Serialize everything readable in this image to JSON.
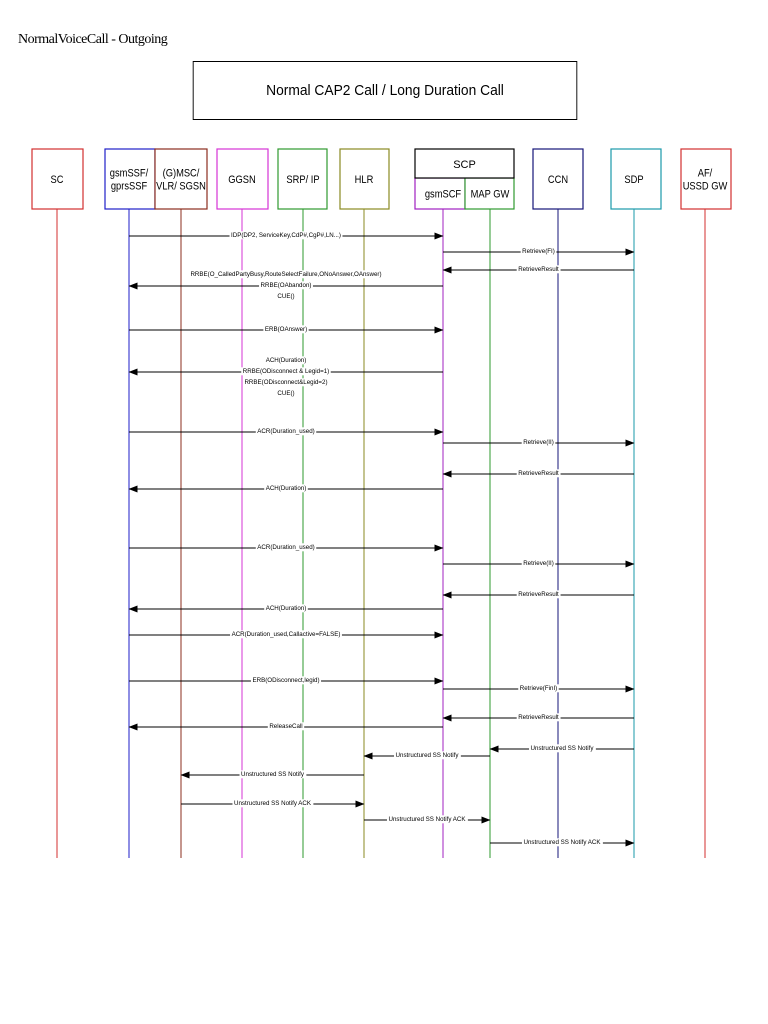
{
  "caption": "NormalVoiceCall - Outgoing",
  "title": "Normal CAP2 Call / Long Duration Call",
  "group_header": {
    "label": "SCP",
    "color": "#000000"
  },
  "participants": [
    {
      "id": "sc",
      "lines": [
        "SC"
      ],
      "color": "#d32f2f"
    },
    {
      "id": "ssf",
      "lines": [
        "gsmSSF/",
        "gprsSSF"
      ],
      "color": "#1e1ec8"
    },
    {
      "id": "msc",
      "lines": [
        "(G)MSC/",
        "VLR/ SGSN"
      ],
      "color": "#8b2d1e"
    },
    {
      "id": "ggsn",
      "lines": [
        "GGSN"
      ],
      "color": "#d633d6"
    },
    {
      "id": "srp",
      "lines": [
        "SRP/ IP"
      ],
      "color": "#2e9a2e"
    },
    {
      "id": "hlr",
      "lines": [
        "HLR"
      ],
      "color": "#8a8a22"
    },
    {
      "id": "scf",
      "lines": [
        "gsmSCF"
      ],
      "color": "#a020c0"
    },
    {
      "id": "map",
      "lines": [
        "MAP GW"
      ],
      "color": "#2e9a2e"
    },
    {
      "id": "ccn",
      "lines": [
        "CCN"
      ],
      "color": "#141478"
    },
    {
      "id": "sdp",
      "lines": [
        "SDP"
      ],
      "color": "#1a9aaa"
    },
    {
      "id": "af",
      "lines": [
        "AF/",
        "USSD GW"
      ],
      "color": "#d32f2f"
    }
  ],
  "messages": [
    {
      "from": "ssf",
      "to": "scf",
      "lines": [
        "IDP(DP2, ServiceKey,CdP#,CgP#,LN...)"
      ]
    },
    {
      "from": "scf",
      "to": "sdp",
      "lines": [
        "Retrieve(FI)"
      ]
    },
    {
      "from": "sdp",
      "to": "scf",
      "lines": [
        "RetrieveResult"
      ]
    },
    {
      "from": "scf",
      "to": "ssf",
      "lines": [
        "RRBE(O_CalledPartyBusy,RouteSelectFailure,ONoAnswer,OAnswer)",
        "RRBE(OAbandon)",
        "CUE()"
      ]
    },
    {
      "from": "ssf",
      "to": "scf",
      "lines": [
        "ERB(OAnswer)"
      ]
    },
    {
      "from": "scf",
      "to": "ssf",
      "lines": [
        "ACH(Duration)",
        "RRBE(ODisconnect & Legid=1)",
        "RRBE(ODisconnect&Legid=2)",
        "CUE()"
      ]
    },
    {
      "from": "ssf",
      "to": "scf",
      "lines": [
        "ACR(Duration_used)"
      ]
    },
    {
      "from": "scf",
      "to": "sdp",
      "lines": [
        "Retrieve(II)"
      ]
    },
    {
      "from": "sdp",
      "to": "scf",
      "lines": [
        "RetrieveResult"
      ]
    },
    {
      "from": "scf",
      "to": "ssf",
      "lines": [
        "ACH(Duration)"
      ]
    },
    {
      "from": "ssf",
      "to": "scf",
      "lines": [
        "ACR(Duration_used)"
      ]
    },
    {
      "from": "scf",
      "to": "sdp",
      "lines": [
        "Retrieve(II)"
      ]
    },
    {
      "from": "sdp",
      "to": "scf",
      "lines": [
        "RetrieveResult"
      ]
    },
    {
      "from": "scf",
      "to": "ssf",
      "lines": [
        "ACH(Duration)"
      ]
    },
    {
      "from": "ssf",
      "to": "scf",
      "lines": [
        "ACR(Duration_used,Callactive=FALSE)"
      ]
    },
    {
      "from": "ssf",
      "to": "scf",
      "lines": [
        "ERB(ODisconnect,legid)"
      ]
    },
    {
      "from": "scf",
      "to": "sdp",
      "lines": [
        "Retrieve(FinI)"
      ]
    },
    {
      "from": "sdp",
      "to": "scf",
      "lines": [
        "RetrieveResult"
      ]
    },
    {
      "from": "scf",
      "to": "ssf",
      "lines": [
        "ReleaseCall"
      ]
    },
    {
      "from": "sdp",
      "to": "map",
      "lines": [
        "Unstructured SS Notify"
      ]
    },
    {
      "from": "map",
      "to": "hlr",
      "lines": [
        "Unstructured SS Notify"
      ]
    },
    {
      "from": "hlr",
      "to": "msc",
      "lines": [
        "Unstructured SS Notify"
      ]
    },
    {
      "from": "msc",
      "to": "hlr",
      "lines": [
        "Unstructured SS Notify ACK"
      ]
    },
    {
      "from": "hlr",
      "to": "map",
      "lines": [
        "Unstructured SS Notify ACK"
      ]
    },
    {
      "from": "map",
      "to": "sdp",
      "lines": [
        "Unstructured SS Notify ACK"
      ]
    }
  ]
}
